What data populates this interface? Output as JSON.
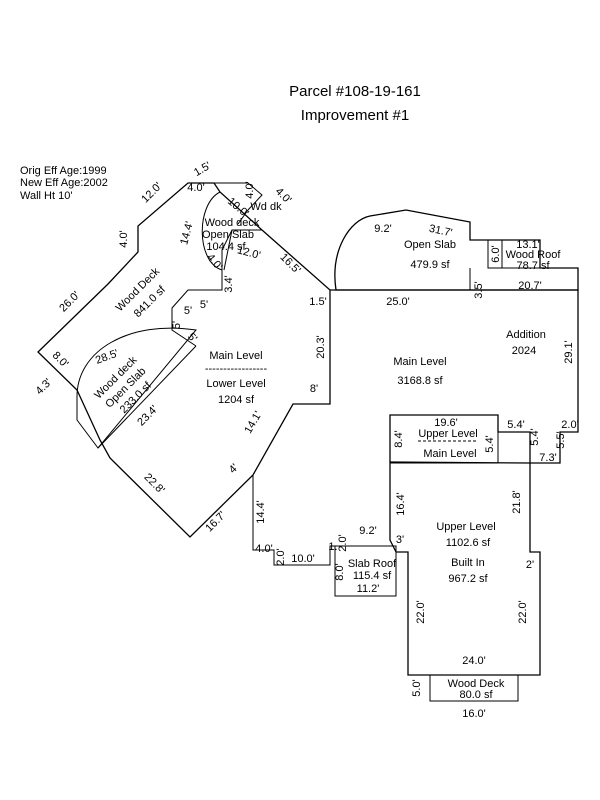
{
  "header": {
    "title": "Parcel #108-19-161",
    "subtitle": "Improvement #1"
  },
  "info": {
    "orig_eff_age": "Orig Eff Age:1999",
    "new_eff_age": "New Eff Age:2002",
    "wall_height": "Wall Ht 10'"
  },
  "areas": {
    "wood_deck_upper": {
      "name": "Wood deck",
      "name2": "Open Slab",
      "area": "104.4 sf"
    },
    "wd_dk": {
      "name": "Wd dk"
    },
    "wood_deck_left": {
      "name": "Wood Deck",
      "area": "841.0 sf"
    },
    "wood_deck_open_slab": {
      "name": "Wood deck",
      "name2": "Open Slab",
      "area": "233.0 sf"
    },
    "main_lower_left": {
      "name": "Main Level",
      "dashes": "-----------------",
      "name2": "Lower Level",
      "area": "1204 sf"
    },
    "open_slab_top": {
      "name": "Open Slab",
      "area": "479.9 sf"
    },
    "wood_roof": {
      "name": "Wood Roof",
      "area": "78.7 sf"
    },
    "main_level_center": {
      "name": "Main Level",
      "area": "3168.8 sf"
    },
    "addition": {
      "name": "Addition",
      "year": "2024"
    },
    "upper_main_small": {
      "name": "Upper Level",
      "name2": "Main Level"
    },
    "upper_built_in": {
      "name": "Upper Level",
      "area": "1102.6 sf",
      "name2": "Built In",
      "area2": "967.2 sf"
    },
    "slab_roof": {
      "name": "Slab Roof",
      "area": "115.4 sf"
    },
    "wood_deck_bottom": {
      "name": "Wood Deck",
      "area": "80.0 sf"
    }
  },
  "dimensions": {
    "d_1_5_top": "1.5'",
    "d_12_0_a": "12.0'",
    "d_4_0_a": "4.0'",
    "d_4_0_b": "4.0'",
    "d_4_0_c": "4.0'",
    "d_10_0_a": "10.0'",
    "d_4_0_left": "4.0'",
    "d_14_4_a": "14.4'",
    "d_4_0_d": "4.0'",
    "d_12_0_b": "12.0'",
    "d_3_4": "3.4'",
    "d_16_5": "16.5'",
    "d_26_0": "26.0'",
    "d_5_a": "5'",
    "d_5_b": "5'",
    "d_5_c": "5'",
    "d_5_d": "5'",
    "d_1_5_mid": "1.5'",
    "d_8_0": "8.0'",
    "d_4_3": "4.3'",
    "d_28_5": "28.5'",
    "d_23_4": "23.4'",
    "d_20_3": "20.3'",
    "d_8_mid": "8'",
    "d_14_1": "14.1'",
    "d_4_b": "4'",
    "d_22_8": "22.8'",
    "d_16_7": "16.7'",
    "d_14_4_b": "14.4'",
    "d_4_0_e": "4.0'",
    "d_2_0_a": "2.0'",
    "d_10_0_b": "10.0'",
    "d_1_a": "1.",
    "d_2_0_b": "2.0'",
    "d_9_2_a": "9.2'",
    "d_31_7": "31.7'",
    "d_25_0": "25.0'",
    "d_13_1": "13.1'",
    "d_6_0": "6.0'",
    "d_3_5_a": "3.5'",
    "d_20_7": "20.7'",
    "d_29_1": "29.1'",
    "d_19_6": "19.6'",
    "d_8_4": "8.4'",
    "d_5_4_a": "5.4'",
    "d_5_4_b": "5.4'",
    "d_5_4_c": "5.4'",
    "d_2_0_c": "2.0'",
    "d_5_5": "5.5'",
    "d_7_3": "7.3'",
    "d_16_4": "16.4'",
    "d_21_8": "21.8'",
    "d_9_2_b": "9.2'",
    "d_3": "3'",
    "d_2": "2'",
    "d_8_0_b": "8.0'",
    "d_11_2": "11.2'",
    "d_22_0_a": "22.0'",
    "d_22_0_b": "22.0'",
    "d_24_0": "24.0'",
    "d_5_0": "5.0'",
    "d_16_0": "16.0'"
  }
}
